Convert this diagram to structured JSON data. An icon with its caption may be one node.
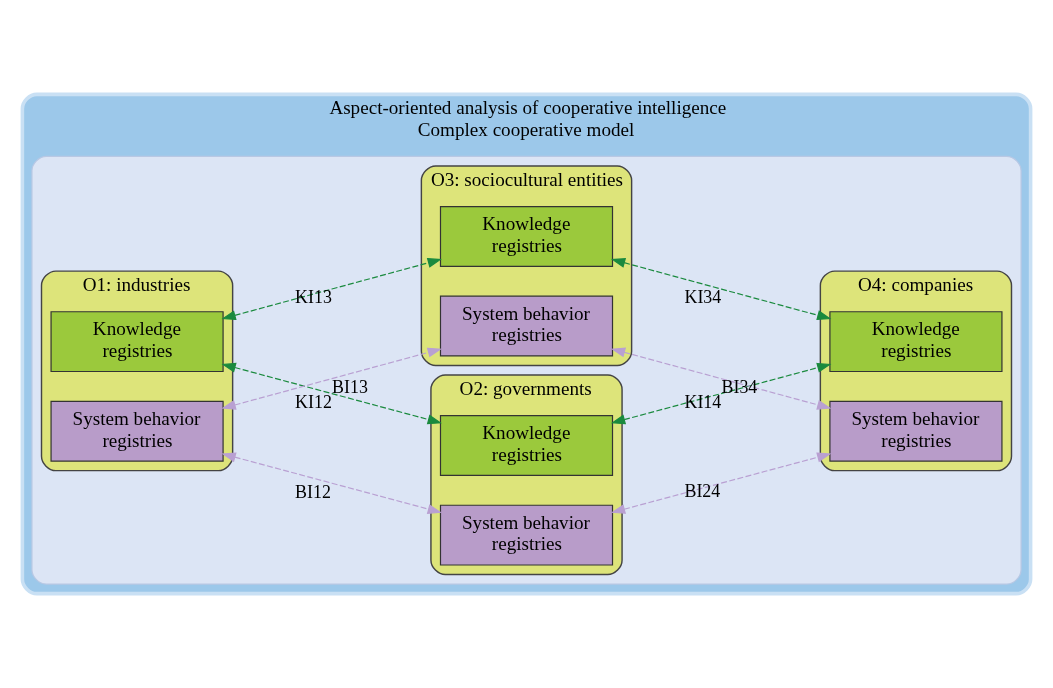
{
  "diagram": {
    "nodes": [
      {
        "text": [
          "Aspect-oriented analysis of cooperative intelligence",
          "Complex cooperative model"
        ]
      },
      {
        "text": [],
        "shape": "cloud",
        "in": 0
      },
      {
        "text": [
          "O1: industries"
        ],
        "in": 1
      },
      {
        "text": [
          "Knowledge registries"
        ],
        "in": 2
      },
      {
        "text": [
          "System behavior registries"
        ],
        "in": 2
      },
      {
        "text": [
          "O2: governments"
        ],
        "in": 1
      },
      {
        "text": [
          "Knowledge registries"
        ],
        "in": 5
      },
      {
        "text": [
          "System behavior registries"
        ],
        "in": 5
      },
      {
        "text": [
          "O3: sociocultural entities"
        ],
        "in": 1
      },
      {
        "text": [
          "Knowledge registries"
        ],
        "in": 8
      },
      {
        "text": [
          "System behavior registries"
        ],
        "in": 8
      },
      {
        "text": [
          "O4: companies"
        ],
        "in": 1
      },
      {
        "text": [
          "Knowledge registries"
        ],
        "in": 11
      },
      {
        "text": [
          "System behavior registries"
        ],
        "in": 11
      }
    ],
    "edges": [
      {
        "from": 3,
        "to": 6,
        "arrow": "both",
        "label": "KI12",
        "style": "dashed",
        "color": "#1a8a3e"
      },
      {
        "from": 4,
        "to": 7,
        "arrow": "both",
        "label": "BI12",
        "style": "dashed",
        "color": "#b9a0d2"
      },
      {
        "from": 3,
        "to": 9,
        "arrow": "both",
        "label": "KI13",
        "style": "dashed",
        "color": "#1a8a3e"
      },
      {
        "from": 4,
        "to": 10,
        "arrow": "both",
        "label": "BI13",
        "style": "dashed",
        "color": "#b9a0d2"
      },
      {
        "from": 6,
        "to": 12,
        "arrow": "both",
        "label": "KI14",
        "style": "dashed",
        "color": "#1a8a3e"
      },
      {
        "from": 7,
        "to": 13,
        "arrow": "both",
        "label": "BI24",
        "style": "dashed",
        "color": "#b9a0d2"
      },
      {
        "from": 9,
        "to": 12,
        "arrow": "both",
        "label": "KI34",
        "style": "dashed",
        "color": "#1a8a3e"
      },
      {
        "from": 10,
        "to": 13,
        "arrow": "both",
        "label": "BI34",
        "style": "dashed",
        "color": "#b9a0d2"
      }
    ]
  }
}
